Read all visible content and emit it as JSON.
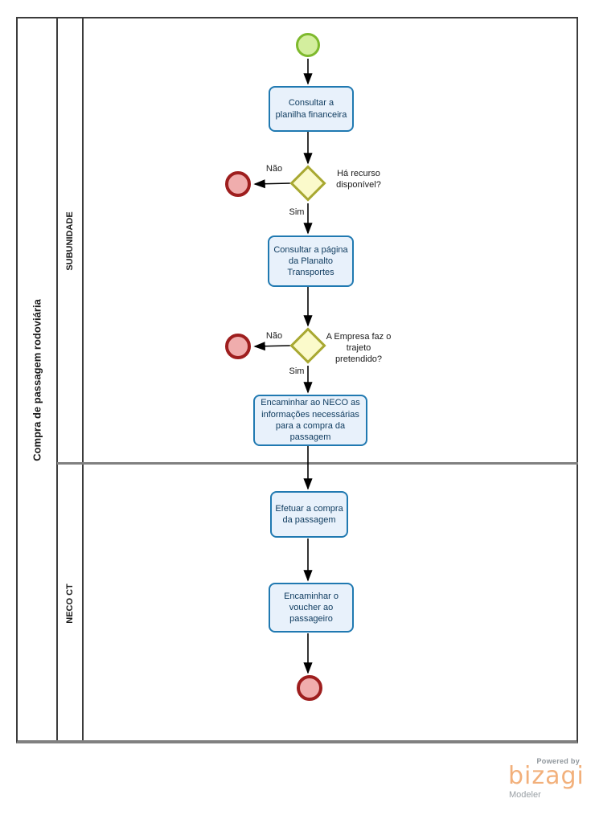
{
  "pool": {
    "title": "Compra de passagem rodoviária"
  },
  "lanes": [
    {
      "label": "SUBUNIDADE"
    },
    {
      "label": "NECO CT"
    }
  ],
  "tasks": [
    {
      "label": "Consultar a planilha financeira"
    },
    {
      "label": "Consultar a página da Planalto Transportes"
    },
    {
      "label": "Encaminhar ao NECO as informações necessárias para a compra da passagem"
    },
    {
      "label": "Efetuar a compra da passagem"
    },
    {
      "label": "Encaminhar o voucher ao passageiro"
    }
  ],
  "gateways": [
    {
      "question": "Há recurso disponível?",
      "yes_label": "Sim",
      "no_label": "Não"
    },
    {
      "question": "A Empresa faz o trajeto pretendido?",
      "yes_label": "Sim",
      "no_label": "Não"
    }
  ],
  "events": {
    "start": "start-event",
    "end_no_resource": "end-event",
    "end_no_route": "end-event",
    "end_final": "end-event"
  },
  "branding": {
    "powered_by": "Powered by",
    "brand": "bizagi",
    "product": "Modeler"
  },
  "colors": {
    "task_fill": "#e8f1fb",
    "task_border": "#2079b1",
    "task_text": "#0d3a5e",
    "start_fill": "#d3ee9e",
    "start_border": "#7eb92d",
    "end_fill": "#f0adad",
    "end_border": "#9e1e1e",
    "gateway_fill": "#fbfacb",
    "gateway_border": "#a8a832",
    "pool_border": "#3c3c3c",
    "lane_divider": "#808080",
    "brand_orange": "#f2b07b",
    "brand_gray": "#9aa0a5"
  }
}
